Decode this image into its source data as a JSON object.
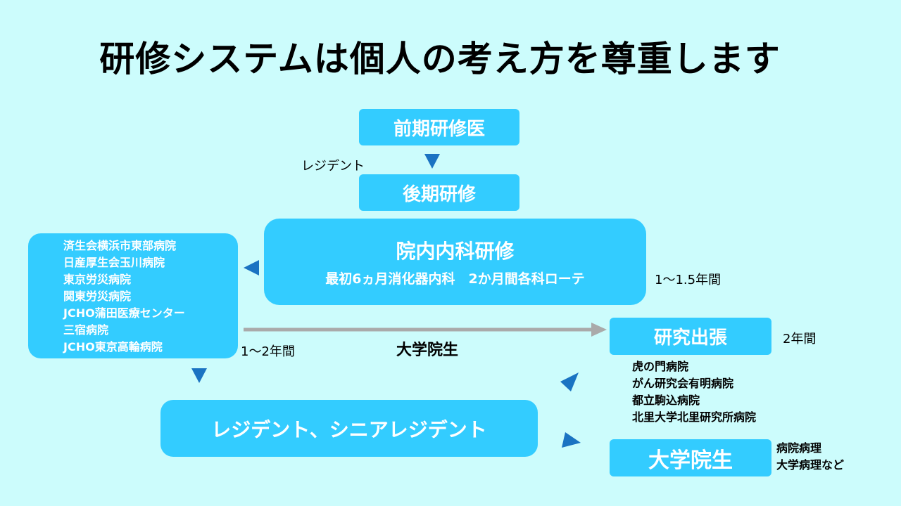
{
  "title": "研修システムは個人の考え方を尊重します",
  "nodes": {
    "early": "前期研修医",
    "late": "後期研修",
    "inhouse_title": "院内内科研修",
    "inhouse_sub": "最初6ヵ月消化器内科　2か月間各科ローテ",
    "research": "研究出張",
    "resident": "レジデント、シニアレジデント",
    "grad": "大学院生"
  },
  "labels": {
    "resident_small": "レジデント",
    "inhouse_duration": "1～1.5年間",
    "external_duration": "1～2年間",
    "grad_arrow": "大学院生",
    "research_duration": "2年間"
  },
  "external_hospitals": [
    "済生会横浜市東部病院",
    "日産厚生会玉川病院",
    "東京労災病院",
    "関東労災病院",
    "JCHO蒲田医療センター",
    "三宿病院",
    "JCHO東京高輪病院"
  ],
  "research_sites": [
    "虎の門病院",
    "がん研究会有明病院",
    "都立駒込病院",
    "北里大学北里研究所病院"
  ],
  "grad_fields": [
    "病院病理",
    "大学病理など"
  ],
  "colors": {
    "box": "#33ccff",
    "arrow_head": "#1a73c2",
    "arrow_line": "#aaaaaa",
    "background": "#ccfcfc"
  }
}
